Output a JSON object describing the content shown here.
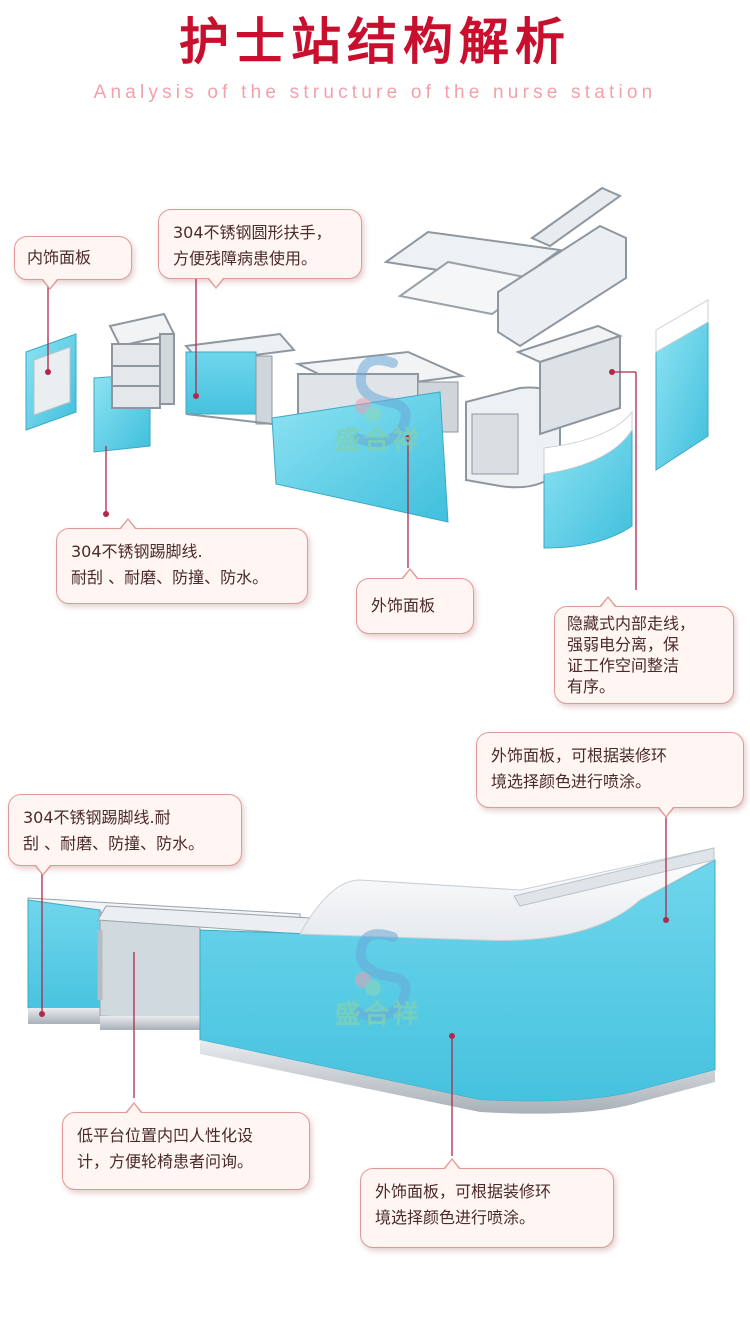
{
  "header": {
    "title": "护士站结构解析",
    "subtitle": "Analysis of the structure of the nurse station"
  },
  "watermark": {
    "brand": "盛合祥"
  },
  "callouts": {
    "inner_panel": "内饰面板",
    "handrail": "304不锈钢圆形扶手，\n方便残障病患使用。",
    "kickline_top": "304不锈钢踢脚线.\n耐刮 、耐磨、防撞、防水。",
    "outer_panel_top": "外饰面板",
    "wiring": "隐藏式内部走线，\n强弱电分离，保\n证工作空间整洁\n有序。",
    "outer_panel_right": "外饰面板，可根据装修环\n境选择颜色进行喷涂。",
    "kickline_bottom": "304不锈钢踢脚线.耐\n刮 、耐磨、防撞、防水。",
    "low_platform": "低平台位置内凹人性化设\n计，方便轮椅患者问询。",
    "outer_panel_bottom": "外饰面板，可根据装修环\n境选择颜色进行喷涂。"
  },
  "colors": {
    "title_red": "#c8102e",
    "panel_blue": "#5fcde6",
    "callout_border": "#e09a96",
    "callout_fill": "#fff5f3",
    "pointer_line": "#b0284a"
  }
}
